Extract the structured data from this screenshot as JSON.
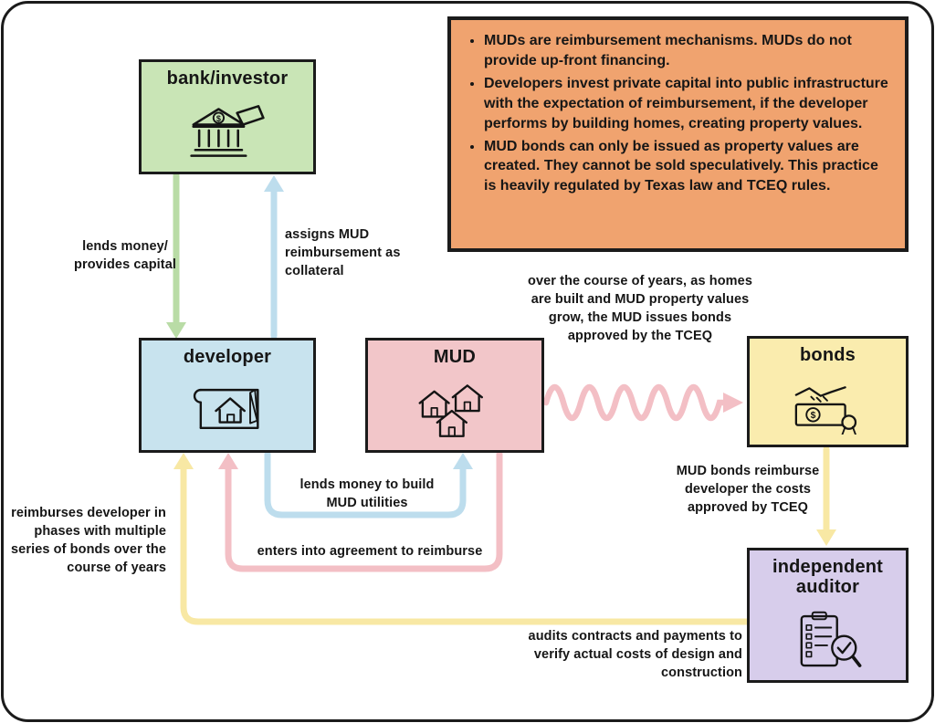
{
  "info_box": {
    "bg": "#f0a36f",
    "bullets": [
      "MUDs are reimbursement mechanisms. MUDs do not provide up-front financing.",
      "Developers invest private capital into public infrastructure with the expectation of reimbursement, if the developer performs by building homes, creating property values.",
      "MUD bonds can only be issued as property values are created. They cannot be sold speculatively. This practice is heavily regulated by Texas law and TCEQ rules."
    ]
  },
  "nodes": {
    "bank": {
      "label": "bank/investor",
      "bg": "#c9e5b6",
      "icon": "bank-building-icon"
    },
    "developer": {
      "label": "developer",
      "bg": "#c8e3ee",
      "icon": "blueprint-house-icon"
    },
    "mud": {
      "label": "MUD",
      "bg": "#f2c6c9",
      "icon": "houses-icon"
    },
    "bonds": {
      "label": "bonds",
      "bg": "#faecae",
      "icon": "banknote-handshake-icon"
    },
    "auditor": {
      "label": "independent auditor",
      "bg": "#d7cdeb",
      "icon": "checklist-magnifier-icon"
    }
  },
  "edges": {
    "lends_money": {
      "label": "lends money/ provides capital",
      "color": "#b9dca6",
      "from": "bank",
      "to": "developer"
    },
    "assigns_collateral": {
      "label": "assigns MUD reimbursement as collateral",
      "color": "#bddded",
      "from": "developer",
      "to": "bank"
    },
    "issues_bonds": {
      "label": "over the course of years, as homes are built and MUD property values grow, the MUD issues bonds approved by the TCEQ",
      "color": "#f3bfc5",
      "from": "mud",
      "to": "bonds"
    },
    "lends_build": {
      "label": "lends money to build MUD utilities",
      "color": "#bddded",
      "from": "developer",
      "to": "mud"
    },
    "agreement": {
      "label": "enters into agreement to reimburse",
      "color": "#f3bfc5",
      "from": "mud",
      "to": "developer"
    },
    "reimburse_costs": {
      "label": "MUD bonds reimburse developer the costs approved by TCEQ",
      "color": "#f8e8a4",
      "from": "bonds",
      "to": "auditor"
    },
    "phases": {
      "label": "reimburses developer in phases with multiple series of bonds over the course of years",
      "color": "#f8e8a4",
      "from": "auditor",
      "to": "developer"
    },
    "audits": {
      "label": "audits contracts and payments to verify actual costs of design and construction",
      "color": "#f8e8a4",
      "from": "auditor",
      "to": "developer"
    }
  }
}
